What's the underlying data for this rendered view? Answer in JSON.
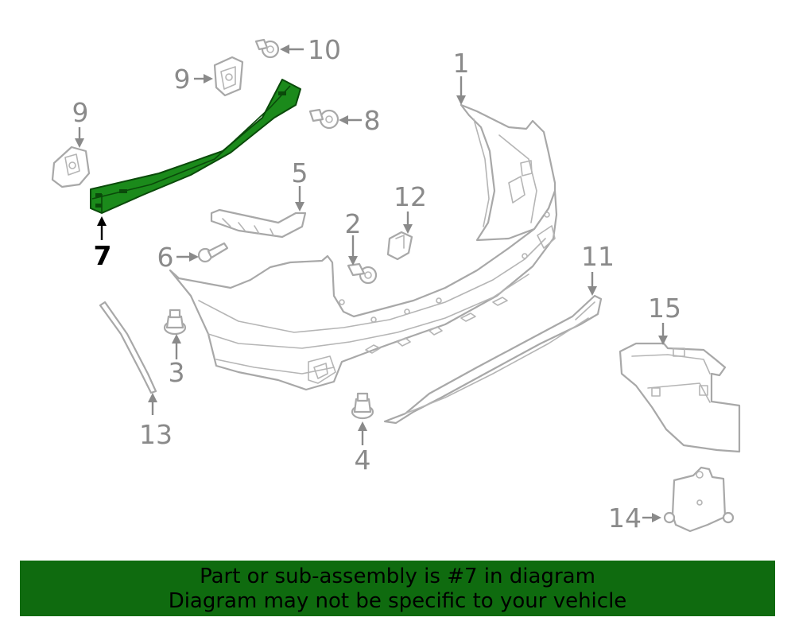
{
  "diagram": {
    "callouts": [
      {
        "key": "c1",
        "label": "1"
      },
      {
        "key": "c2",
        "label": "2"
      },
      {
        "key": "c3",
        "label": "3"
      },
      {
        "key": "c4",
        "label": "4"
      },
      {
        "key": "c5",
        "label": "5"
      },
      {
        "key": "c6",
        "label": "6"
      },
      {
        "key": "c7",
        "label": "7"
      },
      {
        "key": "c8",
        "label": "8"
      },
      {
        "key": "c9a",
        "label": "9"
      },
      {
        "key": "c9b",
        "label": "9"
      },
      {
        "key": "c10",
        "label": "10"
      },
      {
        "key": "c11",
        "label": "11"
      },
      {
        "key": "c12",
        "label": "12"
      },
      {
        "key": "c13",
        "label": "13"
      },
      {
        "key": "c14",
        "label": "14"
      },
      {
        "key": "c15",
        "label": "15"
      }
    ],
    "highlighted_callout": "7",
    "highlight_color": "#1b8a1b",
    "banner_color": "#0f6b0f"
  },
  "banner": {
    "line1": "Part or sub-assembly is #7 in diagram",
    "line2": "Diagram may not be specific to your vehicle"
  }
}
